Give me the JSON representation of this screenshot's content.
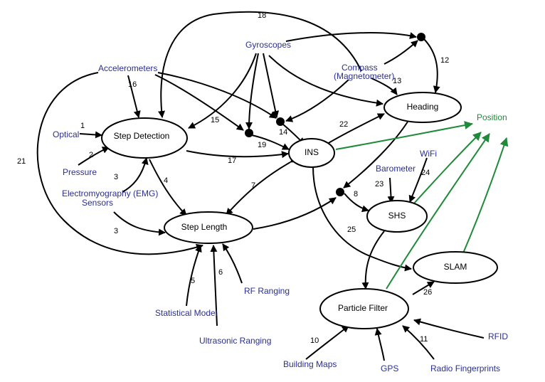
{
  "nodes": {
    "step_detection": "Step Detection",
    "step_length": "Step Length",
    "ins": "INS",
    "heading": "Heading",
    "shs": "SHS",
    "slam": "SLAM",
    "particle_filter": "Particle Filter"
  },
  "sources": {
    "accelerometers": "Accelerometers",
    "gyroscopes": "Gyroscopes",
    "compass_line1": "Compass",
    "compass_line2": "(Magnetometer)",
    "optical": "Optical",
    "pressure": "Pressure",
    "emg_line1": "Electromyography (EMG)",
    "emg_line2": "Sensors",
    "statistical_model": "Statistical Model",
    "ultrasonic_ranging": "Ultrasonic Ranging",
    "rf_ranging": "RF Ranging",
    "barometer": "Barometer",
    "wifi": "WiFi",
    "building_maps": "Building Maps",
    "gps": "GPS",
    "radio_fingerprints": "Radio Fingerprints",
    "rfid": "RFID"
  },
  "output": {
    "position": "Position"
  },
  "edge_numbers": {
    "n1": "1",
    "n2": "2",
    "n3a": "3",
    "n3b": "3",
    "n4": "4",
    "n5": "5",
    "n6": "6",
    "n7": "7",
    "n8": "8",
    "n10": "10",
    "n11": "11",
    "n12": "12",
    "n13": "13",
    "n14": "14",
    "n15": "15",
    "n16": "16",
    "n17": "17",
    "n18": "18",
    "n19": "19",
    "n21": "21",
    "n22": "22",
    "n23": "23",
    "n24": "24",
    "n25": "25",
    "n26": "26"
  },
  "colors": {
    "source_text": "#2b2f8f",
    "output": "#1f8a3a",
    "line": "#000000"
  }
}
